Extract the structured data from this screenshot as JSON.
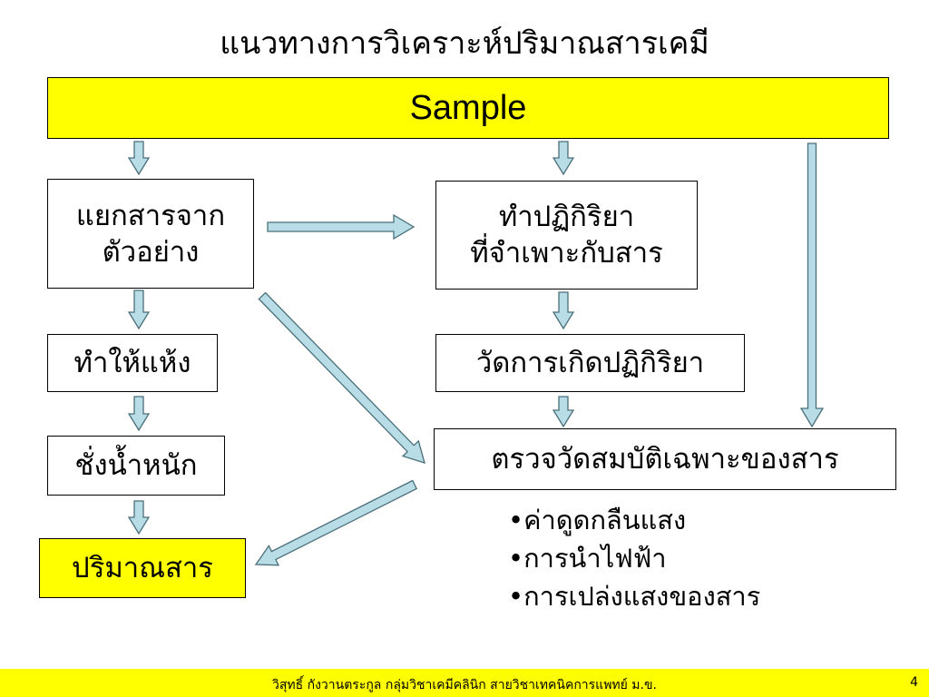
{
  "title": "แนวทางการวิเคราะห์ปริมาณสารเคมี",
  "nodes": {
    "sample": "Sample",
    "separate_line1": "แยกสารจาก",
    "separate_line2": "ตัวอย่าง",
    "dry": "ทำให้แห้ง",
    "weigh": "ชั่งน้ำหนัก",
    "amount": "ปริมาณสาร",
    "react_line1": "ทำปฏิกิริยา",
    "react_line2": "ที่จำเพาะกับสาร",
    "measure_reaction": "วัดการเกิดปฏิกิริยา",
    "measure_properties": "ตรวจวัดสมบัติเฉพาะของสาร"
  },
  "properties_list": [
    "ค่าดูดกลืนแสง",
    "การนำไฟฟ้า",
    "การเปล่งแสงของสาร"
  ],
  "footer": {
    "credit": "วิสุทธิ์ กังวานตระกูล กลุ่มวิชาเคมีคลินิก สายวิชาเทคนิคการแพทย์ ม.ข.",
    "page": "4"
  },
  "colors": {
    "highlight": "#ffff00",
    "arrow_fill": "#b8dde6",
    "arrow_stroke": "#4a6f7a"
  }
}
